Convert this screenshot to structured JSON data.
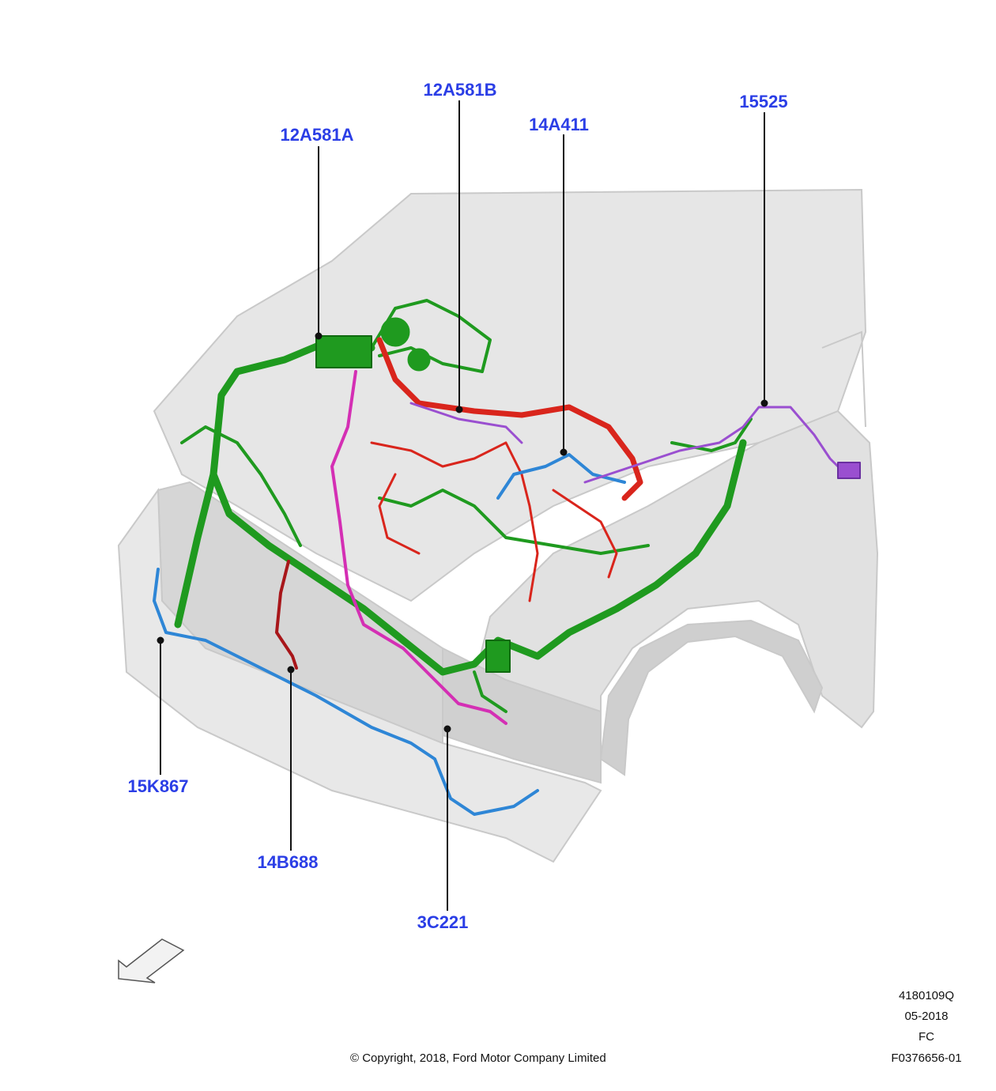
{
  "callouts": {
    "c1": "12A581A",
    "c2": "12A581B",
    "c3": "14A411",
    "c4": "15525",
    "c5": "15K867",
    "c6": "14B688",
    "c7": "3C221"
  },
  "footer": {
    "code": "4180109Q",
    "date": "05-2018",
    "region": "FC",
    "figure": "F0376656-01",
    "copyright": "© Copyright, 2018, Ford Motor Company Limited"
  },
  "colors": {
    "harness_green": "#1f9a1f",
    "harness_red": "#d9251c",
    "harness_magenta": "#d42fb4",
    "harness_blue": "#2e86d6",
    "harness_purple": "#9a4fd0",
    "harness_darkred": "#a8161a",
    "label_blue": "#2b3ee6"
  }
}
